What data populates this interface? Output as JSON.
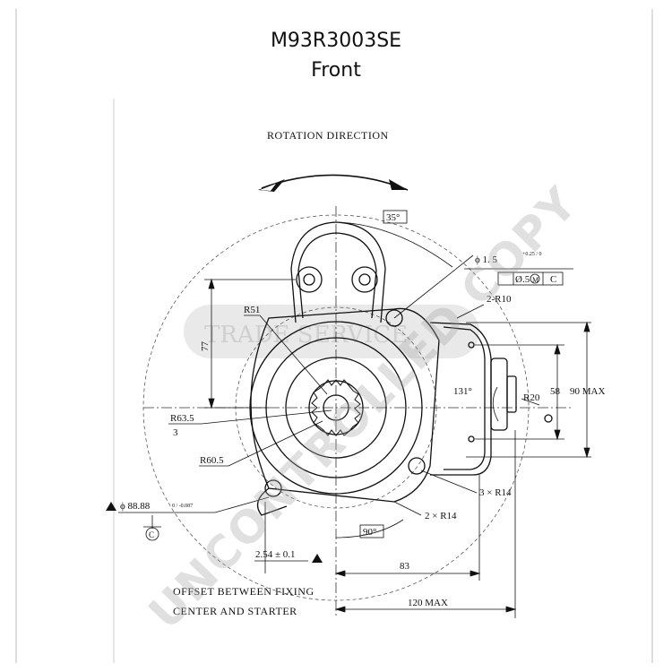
{
  "title": "M93R3003SE",
  "subtitle": "Front",
  "labels": {
    "rotation": "ROTATION DIRECTION",
    "angle_35": "35°",
    "phi_15": "ϕ 1. 5",
    "phi_15_tol": "+0.25 / 0",
    "true_pos": "Ø.5",
    "ref_m": "M",
    "ref_c": "C",
    "r10": "2-R10",
    "r51": "R51",
    "dim_77": "77",
    "r635": "R63.5",
    "r635_sub": "3",
    "angle_131": "131°",
    "r20": "R20",
    "dim_58": "58",
    "dim_90max": "90 MAX",
    "r605": "R60.5",
    "r14_3": "3 × R14",
    "phi_8888": "ϕ 88.88",
    "phi_8888_tol": "0 / -0.087",
    "datum_c": "C",
    "r14_2": "2 × R14",
    "angle_90": "90°",
    "offset_val": "2.54 ± 0.1",
    "dim_83": "83",
    "dim_120max": "120 MAX",
    "note_1": "OFFSET BETWEEN FIXING",
    "note_2": "CENTER AND STARTER"
  },
  "watermark": {
    "text": "UNCONTROLLED COPY",
    "logo": "TRADE SERVICE"
  }
}
